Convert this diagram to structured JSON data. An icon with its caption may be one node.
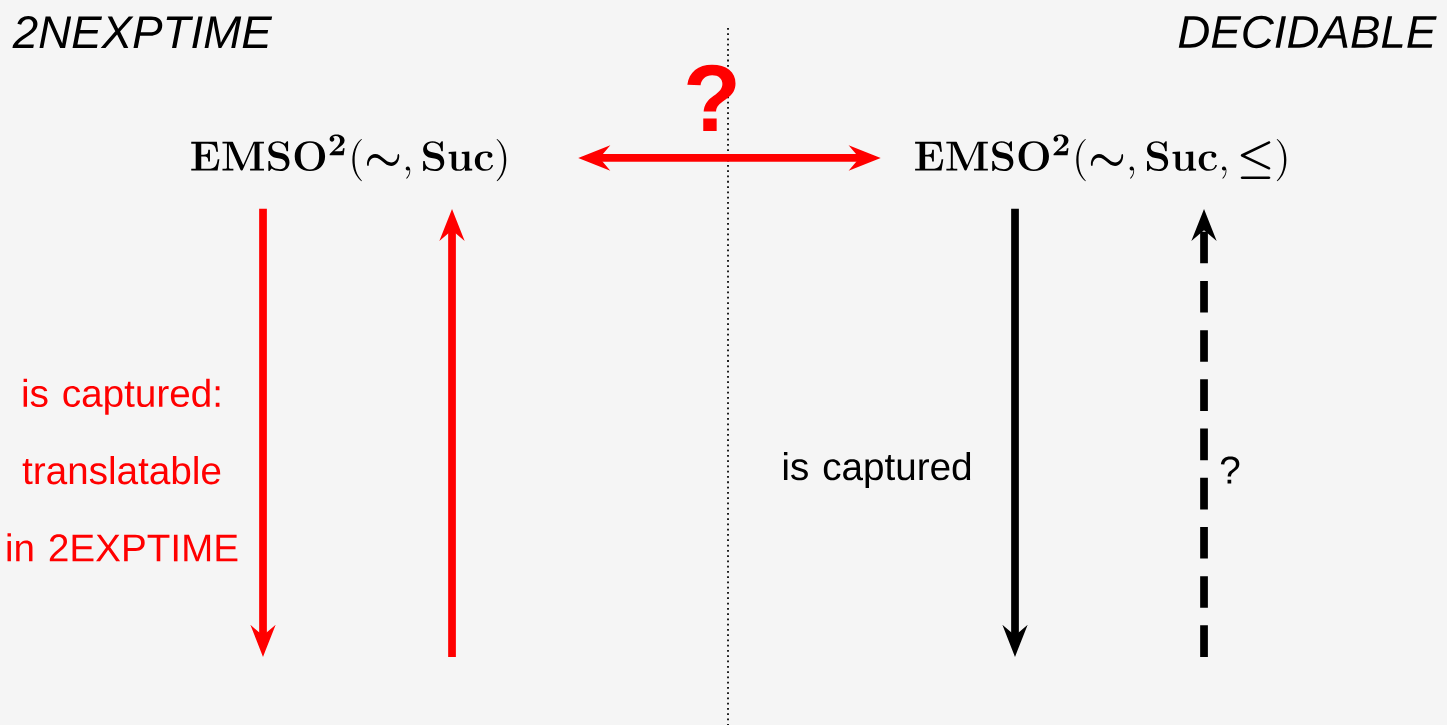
{
  "diagram": {
    "nodes": [
      {
        "text": [
          "\\mathbf{EMSO^{2}(}{\\boldsymbol{\\sim}},\\mathbf{Suc)}"
        ]
      },
      {
        "text": [
          "\\mathbf{EMSO^{2}(}{\\boldsymbol{\\sim}},\\mathbf{Suc},{\\boldsymbol{\\leq}}\\mathbf{)}"
        ]
      }
    ],
    "edges": [
      {
        "from": 0,
        "to": 1,
        "arrow": "both",
        "label": "?",
        "color": "#ff0000"
      },
      {
        "from": 0,
        "to": null,
        "arrow": "to",
        "label": "is captured: translatable in 2EXPTIME",
        "color": "#ff0000"
      },
      {
        "from": null,
        "to": 0,
        "arrow": "to",
        "color": "#ff0000"
      },
      {
        "from": 1,
        "to": null,
        "arrow": "to",
        "label": "is captured",
        "color": "#000000"
      },
      {
        "from": null,
        "to": 1,
        "arrow": "to",
        "label": "?",
        "color": "#000000",
        "style": "dashed"
      }
    ],
    "labels": [
      "2NEXPTIME",
      "DECIDABLE"
    ]
  }
}
